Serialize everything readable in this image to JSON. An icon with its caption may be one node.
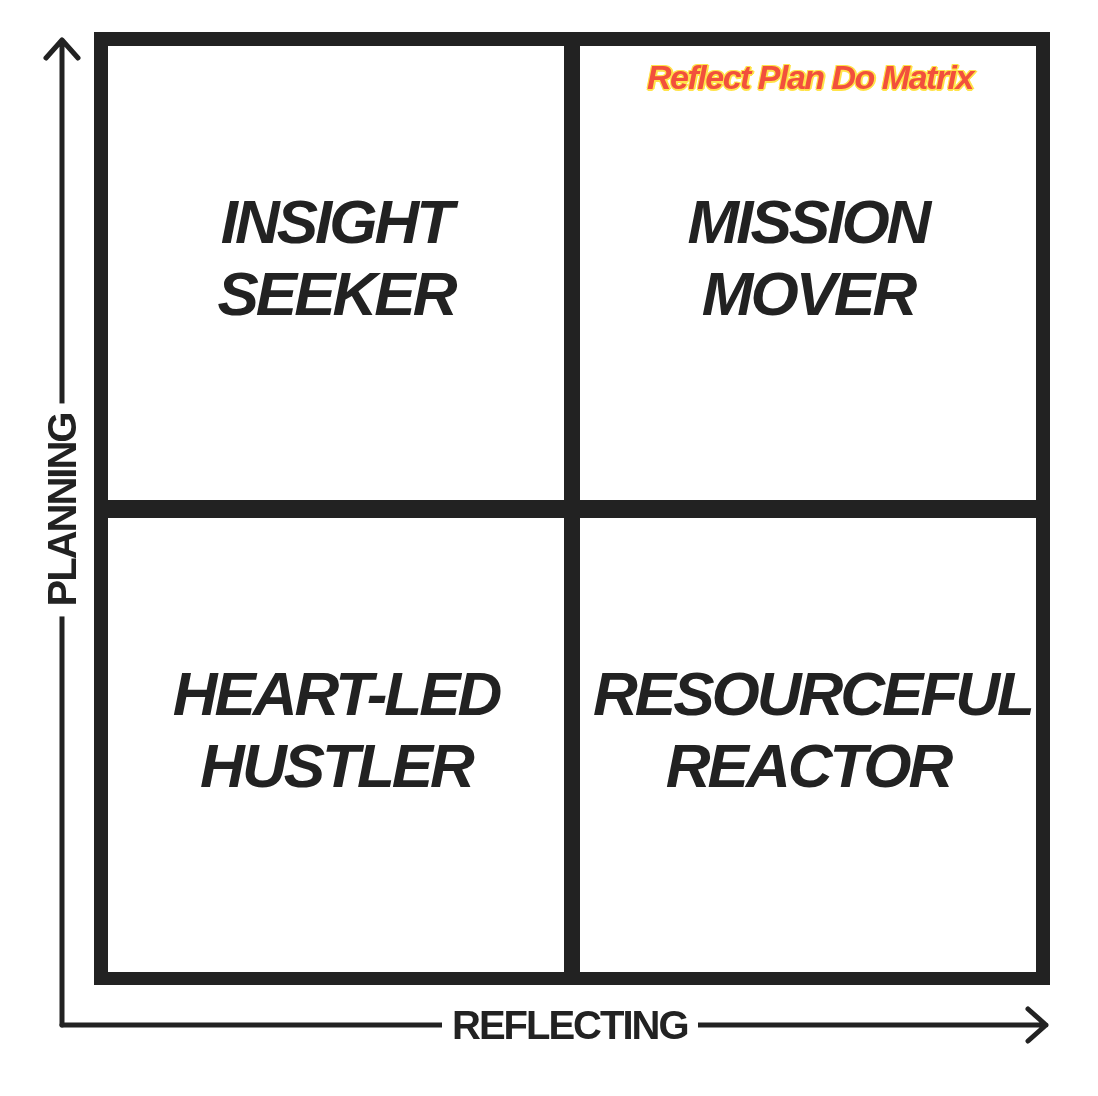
{
  "diagram": {
    "title": "Reflect Plan Do Matrix",
    "nodes": [
      {
        "text": [
          "INSIGHT SEEKER"
        ]
      },
      {
        "text": [
          "MISSION MOVER"
        ]
      },
      {
        "text": [
          "HEART-LED HUSTLER"
        ]
      },
      {
        "text": [
          "RESOURCEFUL REACTOR"
        ]
      }
    ],
    "labels": [
      "PLANNING",
      "REFLECTING"
    ]
  }
}
